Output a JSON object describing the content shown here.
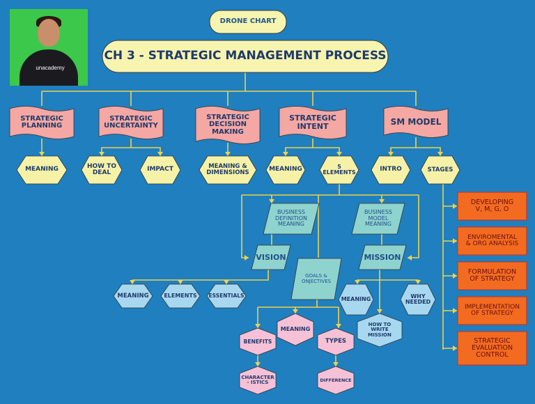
{
  "header": {
    "drone": "DRONE CHART",
    "title": "CH 3 - STRATEGIC MANAGEMENT PROCESS",
    "brand": "unacademy"
  },
  "topics": [
    "STRATEGIC\nPLANNING",
    "STRATEGIC\nUNCERTAINTY",
    "STRATEGIC\nDECISION\nMAKING",
    "STRATEGIC\nINTENT",
    "SM MODEL"
  ],
  "sub": {
    "planning_meaning": "MEANING",
    "how_to_deal": "HOW TO\nDEAL",
    "impact": "IMPACT",
    "meaning_dimensions": "MEANING &\nDIMENSIONS",
    "intent_meaning": "MEANING",
    "five_elements": "5\nELEMENTS",
    "intro": "INTRO",
    "stages": "STAGES"
  },
  "intent": {
    "business_definition": "BUSINESS\nDEFINITION\nMEANING",
    "business_model": "BUSINESS\nMODEL\nMEANING",
    "vision": "VISION",
    "mission": "MISSION",
    "goals": "GOALS &\nONJECTIVES"
  },
  "vision_items": [
    "MEANING",
    "ELEMENTS",
    "ESSENTIALS"
  ],
  "mission_items": {
    "meaning": "MEANING",
    "how_to_write": "HOW TO\nWRITE\nMISSION",
    "why_needed": "WHY\nNEEDED"
  },
  "goals_items": {
    "meaning": "MEANING",
    "benefits": "BENEFITS",
    "types": "TYPES",
    "characteristics": "CHARACTER\n- ISTICS",
    "difference": "DIFFERENCE"
  },
  "stages": [
    "DEVELOPING\nV, M, G, O",
    "ENVIROMENTAL\n& ORG ANALYSIS",
    "FORMULATION\nOF STRATEGY",
    "IMPLEMENTATION\nOF STRATEGY",
    "STRATEGIC\nEVALUATION\nCONTROL"
  ],
  "colors": {
    "background": "#1f7fbf",
    "line": "#f0d24a",
    "topic_fill": "#f4a7a3",
    "hex_fill": "#f5f2a8",
    "teal_fill": "#8fd3cf",
    "blue_fill": "#a8d8f0",
    "pink_fill": "#f6c1d6",
    "stage_fill": "#f26b21",
    "stage_border": "#c0392b"
  }
}
